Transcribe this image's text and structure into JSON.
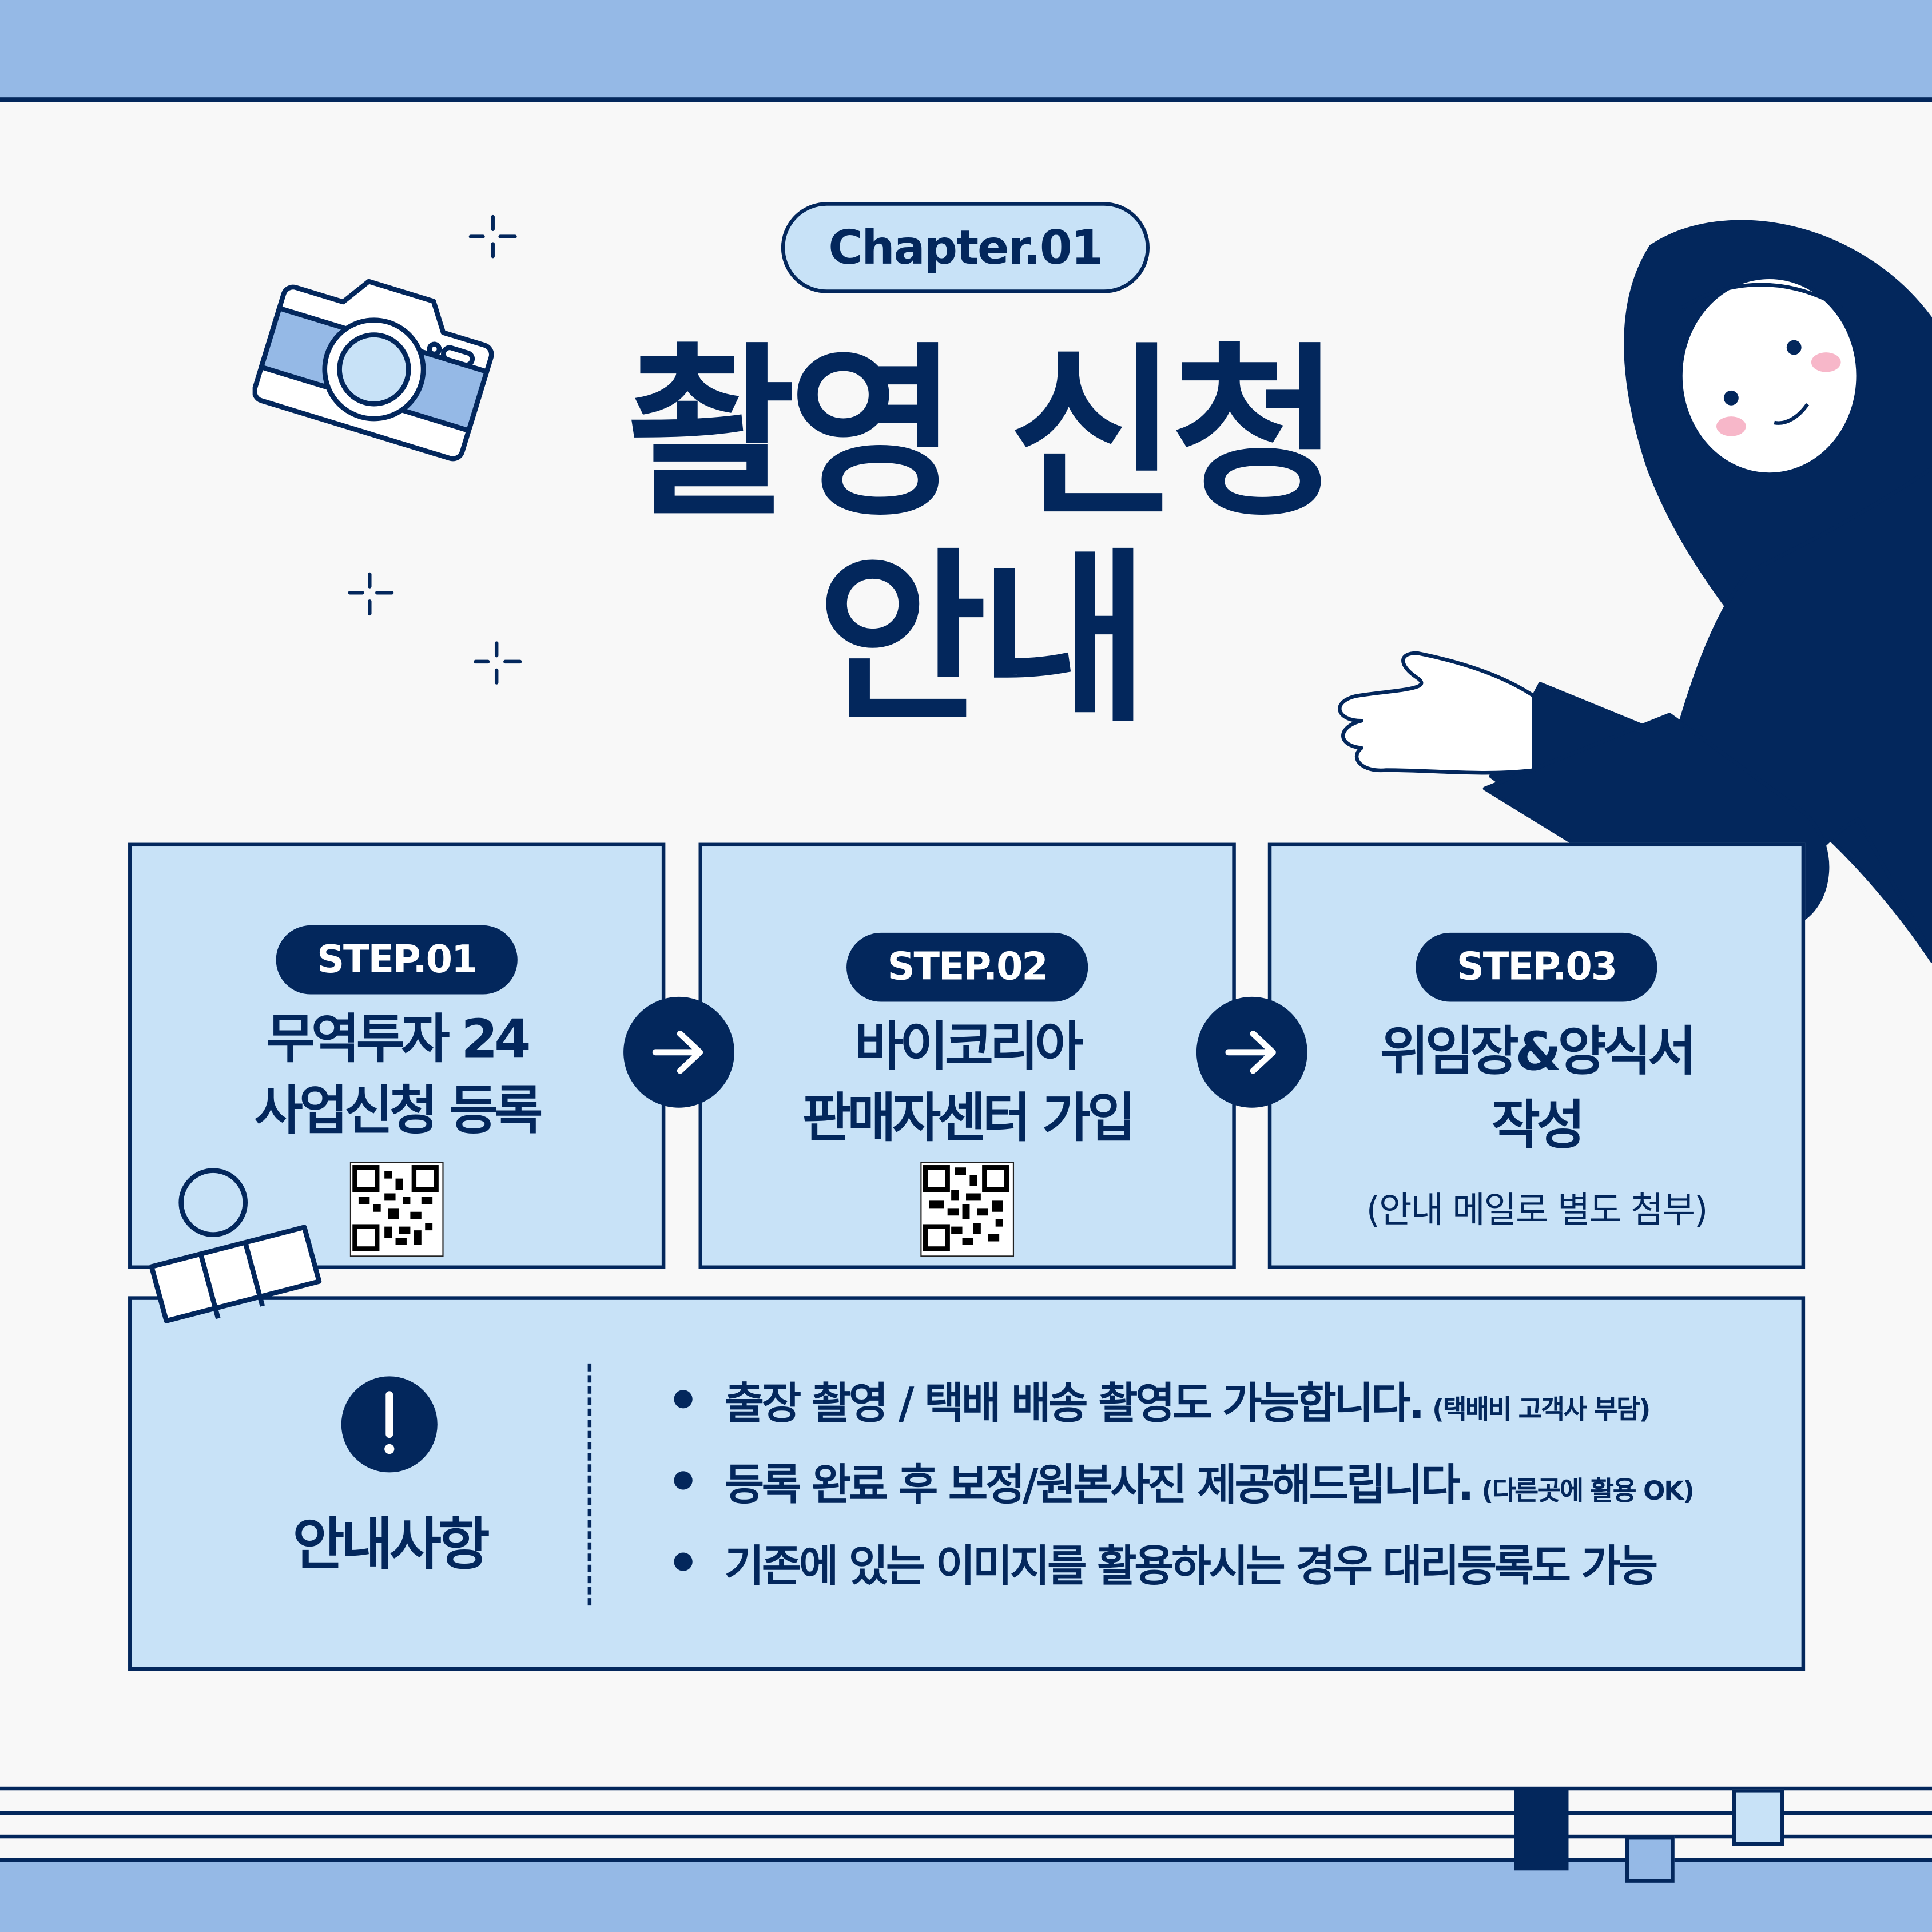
{
  "chapter_label": "Chapter.01",
  "title": {
    "line1": "촬영 신청",
    "line2": "안내"
  },
  "steps": [
    {
      "badge": "STEP.01",
      "line1": "무역투자 24",
      "line2": "사업신청 등록"
    },
    {
      "badge": "STEP.02",
      "line1": "바이코리아",
      "line2": "판매자센터 가입"
    },
    {
      "badge": "STEP.03",
      "line1": "위임장&양식서",
      "line2": "작성",
      "note": "(안내 메일로 별도 첨부)"
    }
  ],
  "notice": {
    "heading": "안내사항",
    "items": [
      {
        "text": "출장 촬영 / 택배 배송 촬영도 가능합니다.",
        "note": "(택배비 고객사 부담)"
      },
      {
        "text": "등록 완료 후 보정/원본사진 제공해드립니다.",
        "note": "(다른곳에 활용 OK)"
      },
      {
        "text": "기존에 있는 이미지를 활용하시는 경우 대리등록도 가능",
        "note": ""
      }
    ]
  },
  "colors": {
    "navy": "#03275c",
    "light_blue": "#c8e2f7",
    "band_blue": "#95b9e6",
    "background": "#f8f8f8"
  }
}
